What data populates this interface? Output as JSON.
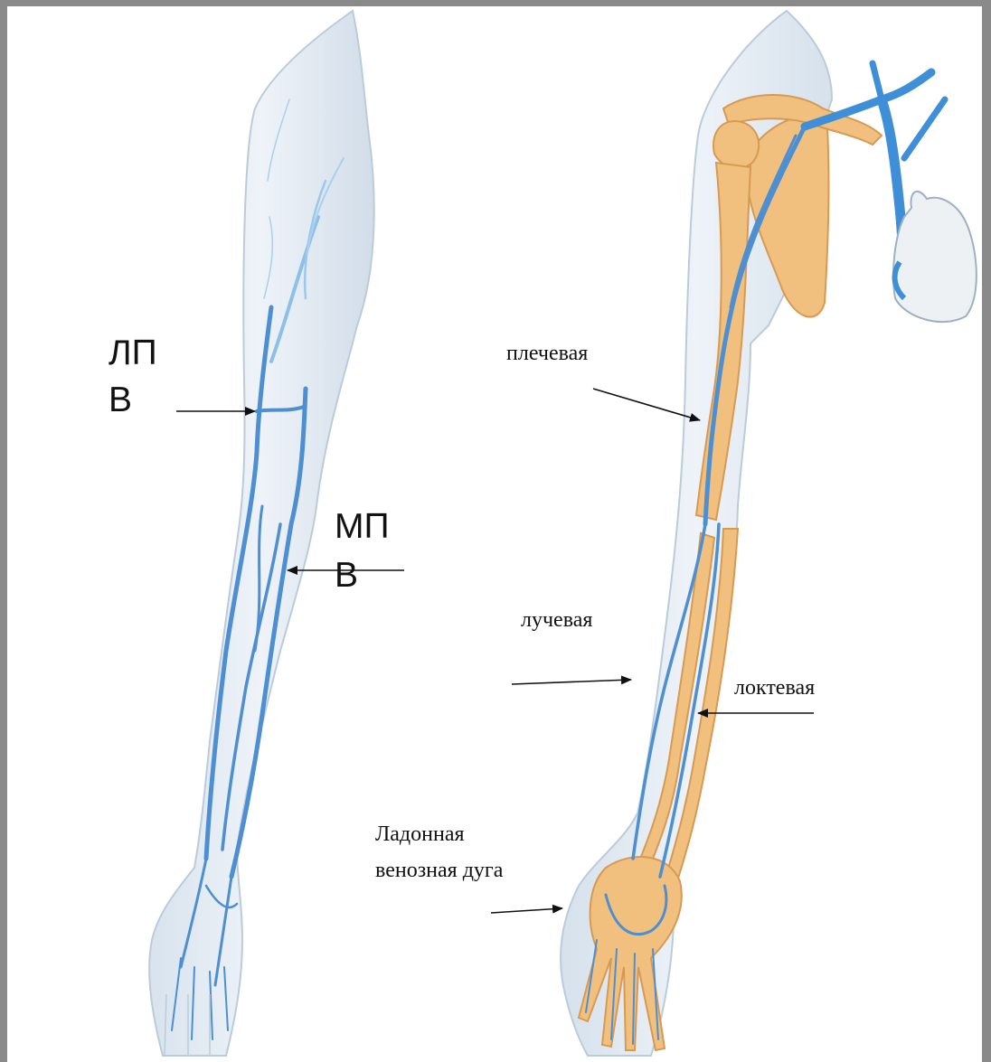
{
  "labels": {
    "lpv_line1": "ЛП",
    "lpv_line2": "В",
    "mpv_line1": "МП",
    "mpv_line2": "В",
    "brachial": "плечевая",
    "radial": "лучевая",
    "ulnar": "локтевая",
    "palmar_line1": "Ладонная",
    "palmar_line2": "венозная дуга"
  },
  "colors": {
    "frame": "#8a8a8a",
    "skin": "#e4ecf3",
    "vein": "#4d8fd0",
    "bone": "#f1c07f",
    "arrow": "#111111"
  }
}
